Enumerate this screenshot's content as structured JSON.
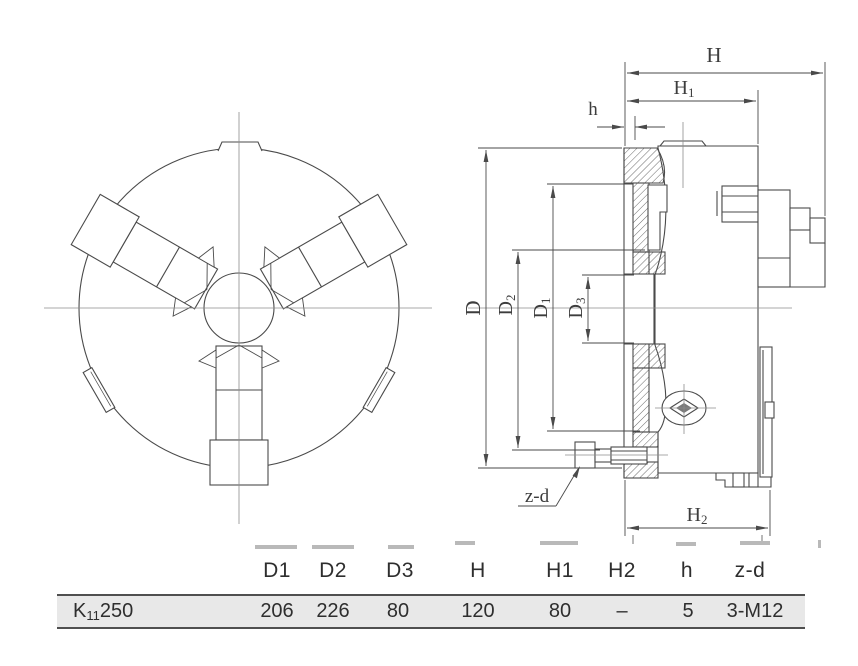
{
  "drawing": {
    "type": "engineering-drawing",
    "subject": "three-jaw-chuck",
    "line_color": "#4a4a4a",
    "centerline_color": "#8c8c8c",
    "labels": {
      "H": {
        "base": "H",
        "sub": ""
      },
      "H1": {
        "base": "H",
        "sub": "1"
      },
      "H2": {
        "base": "H",
        "sub": "2"
      },
      "h": {
        "base": "h",
        "sub": ""
      },
      "D": {
        "base": "D",
        "sub": ""
      },
      "D1": {
        "base": "D",
        "sub": "1"
      },
      "D2": {
        "base": "D",
        "sub": "2"
      },
      "D3": {
        "base": "D",
        "sub": "3"
      },
      "zd": {
        "base": "z-d",
        "sub": ""
      }
    }
  },
  "table": {
    "band_color": "#e8e8e8",
    "headers": [
      "D1",
      "D2",
      "D3",
      "H",
      "H1",
      "H2",
      "h",
      "z-d"
    ],
    "model": {
      "prefix": "K",
      "sub": "11",
      "rest": "250"
    },
    "row_values": [
      "206",
      "226",
      "80",
      "120",
      "80",
      "–",
      "5",
      "3-M12"
    ]
  }
}
